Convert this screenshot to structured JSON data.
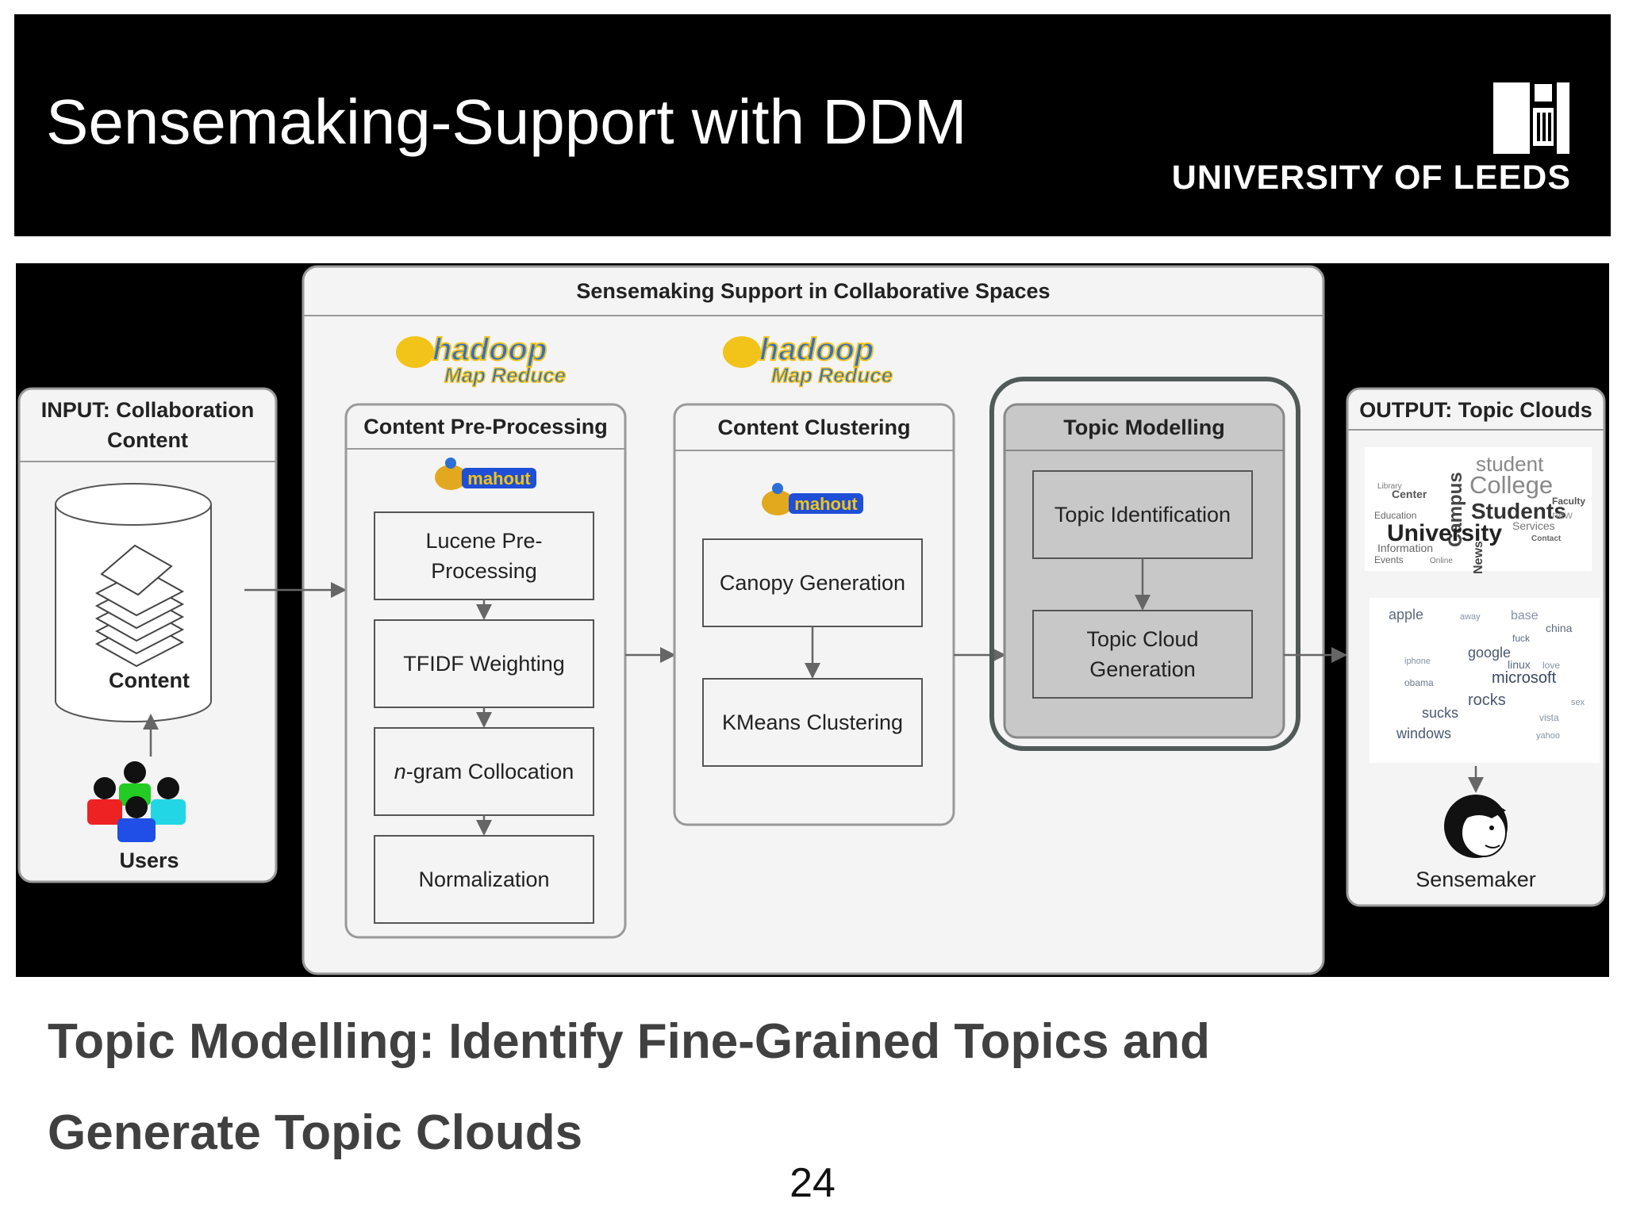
{
  "slide": {
    "title": "Sensemaking-Support with DDM",
    "university": "UNIVERSITY OF LEEDS",
    "caption_line1": "Topic Modelling: Identify Fine-Grained Topics and",
    "caption_line2": "Generate Topic Clouds",
    "page_number": "24"
  },
  "diagram": {
    "outer_title": "Sensemaking Support in Collaborative Spaces",
    "hadoop_logo_1": "hadoop",
    "hadoop_sub_1": "Map Reduce",
    "hadoop_logo_2": "hadoop",
    "hadoop_sub_2": "Map Reduce",
    "input": {
      "title_line1": "INPUT: Collaboration",
      "title_line2": "Content",
      "db_label": "Content",
      "users_label": "Users"
    },
    "preprocessing": {
      "title": "Content Pre-Processing",
      "mahout": "mahout",
      "step1_line1": "Lucene Pre-",
      "step1_line2": "Processing",
      "step2": "TFIDF Weighting",
      "step3_italic": "n",
      "step3_rest": "-gram Collocation",
      "step4": "Normalization"
    },
    "clustering": {
      "title": "Content Clustering",
      "mahout": "mahout",
      "step1": "Canopy Generation",
      "step2": "KMeans Clustering"
    },
    "topic_modelling": {
      "title": "Topic Modelling",
      "step1": "Topic Identification",
      "step2_line1": "Topic Cloud",
      "step2_line2": "Generation"
    },
    "output": {
      "title": "OUTPUT: Topic Clouds",
      "sensemaker_label": "Sensemaker",
      "cloud1_words": [
        "student",
        "College",
        "Campus",
        "Students",
        "University",
        "News",
        "Center",
        "Faculty",
        "Services",
        "Education",
        "Information",
        "Events",
        "Library",
        "Online",
        "Contact",
        "new"
      ],
      "cloud2_words": [
        "apple",
        "away",
        "base",
        "china",
        "fuck",
        "google",
        "iphone",
        "linux",
        "love",
        "microsoft",
        "obama",
        "rocks",
        "sucks",
        "vista",
        "windows",
        "yahoo",
        "sex"
      ]
    }
  },
  "colors": {
    "header_bg": "#000000",
    "diagram_bg": "#000000",
    "panel_fill": "#f4f4f4",
    "topic_panel_fill": "#c8c8c8",
    "caption_text": "#404040"
  }
}
